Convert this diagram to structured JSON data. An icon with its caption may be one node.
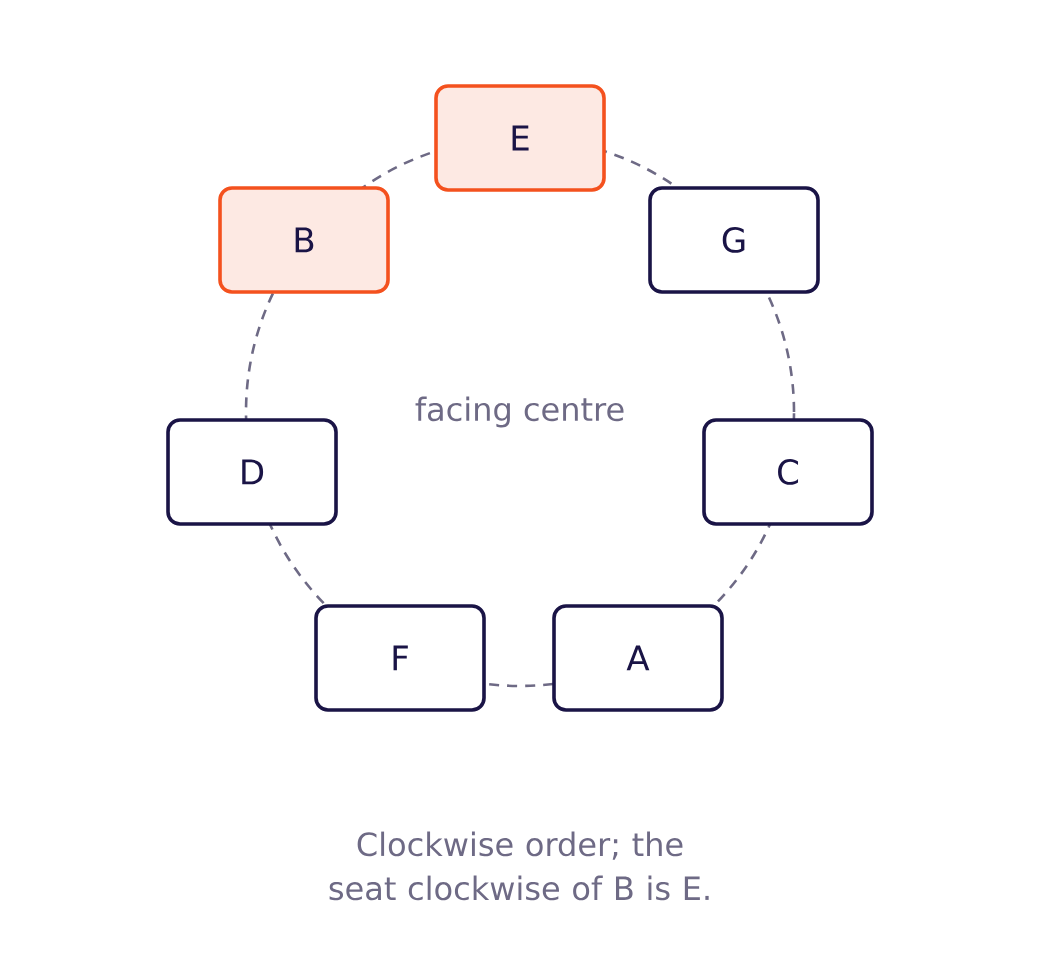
{
  "diagram": {
    "caption": "Clockwise order; the seat clockwise of B is E.",
    "nodes": [
      {
        "text": [
          "E"
        ]
      },
      {
        "text": [
          "G"
        ]
      },
      {
        "text": [
          "C"
        ]
      },
      {
        "text": [
          "A"
        ]
      },
      {
        "text": [
          "F"
        ]
      },
      {
        "text": [
          "D"
        ]
      },
      {
        "text": [
          "B"
        ]
      }
    ],
    "labels": [
      "facing centre"
    ]
  }
}
